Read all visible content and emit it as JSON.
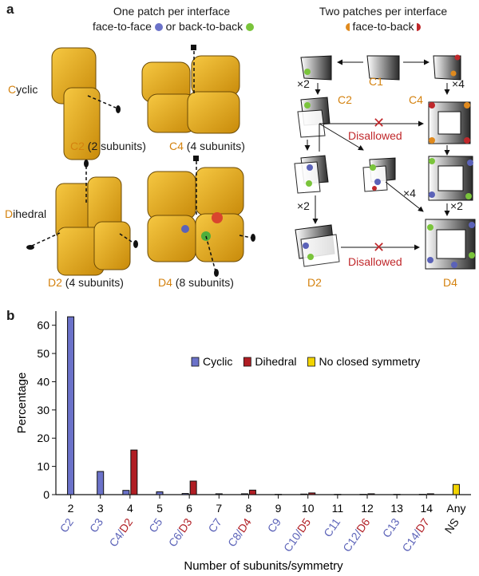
{
  "panel_a": {
    "label": "a",
    "left_header_line1": "One patch per interface",
    "left_header_line2_a": "face-to-face",
    "left_header_line2_b": "or back-to-back",
    "right_header_line1": "Two patches per interface",
    "right_header_line2": "face-to-back",
    "row_cyclic_initial": "C",
    "row_cyclic_rest": "yclic",
    "row_dihedral_initial": "D",
    "row_dihedral_rest": "ihedral",
    "c2_sym": "C2",
    "c2_desc": "(2 subunits)",
    "c4_sym": "C4",
    "c4_desc": "(4 subunits)",
    "d2_sym": "D2",
    "d2_desc": "(4 subunits)",
    "d4_sym": "D4",
    "d4_desc": "(8 subunits)",
    "scheme": {
      "c1": "C1",
      "c2": "C2",
      "c4": "C4",
      "d2": "D2",
      "d4": "D4",
      "x2a": "×2",
      "x4a": "×4",
      "x2b": "×2",
      "x4b": "×4",
      "x2c": "×2",
      "disallowed1": "Disallowed",
      "disallowed2": "Disallowed"
    }
  },
  "panel_b": {
    "label": "b",
    "legend": [
      "Cyclic",
      "Dihedral",
      "No closed symmetry"
    ],
    "colors": {
      "cyclic": "#6b72c9",
      "dihedral": "#b01d23",
      "ns": "#f2d400"
    }
  },
  "chart_data": {
    "type": "bar",
    "xlabel": "Number of subunits/symmetry",
    "ylabel": "Percentage",
    "ylim": [
      0,
      65
    ],
    "yticks": [
      0,
      10,
      20,
      30,
      40,
      50,
      60
    ],
    "categories": [
      "2",
      "3",
      "4",
      "5",
      "6",
      "7",
      "8",
      "9",
      "10",
      "11",
      "12",
      "13",
      "14",
      "Any"
    ],
    "symmetry_labels": [
      [
        {
          "t": "C2",
          "c": "cyclic"
        }
      ],
      [
        {
          "t": "C3",
          "c": "cyclic"
        }
      ],
      [
        {
          "t": "C4",
          "c": "cyclic"
        },
        {
          "t": "/",
          "c": "cyclic"
        },
        {
          "t": "D2",
          "c": "dihedral"
        }
      ],
      [
        {
          "t": "C5",
          "c": "cyclic"
        }
      ],
      [
        {
          "t": "C6",
          "c": "cyclic"
        },
        {
          "t": "/",
          "c": "cyclic"
        },
        {
          "t": "D3",
          "c": "dihedral"
        }
      ],
      [
        {
          "t": "C7",
          "c": "cyclic"
        }
      ],
      [
        {
          "t": "C8",
          "c": "cyclic"
        },
        {
          "t": "/",
          "c": "cyclic"
        },
        {
          "t": "D4",
          "c": "dihedral"
        }
      ],
      [
        {
          "t": "C9",
          "c": "cyclic"
        }
      ],
      [
        {
          "t": "C10",
          "c": "cyclic"
        },
        {
          "t": "/",
          "c": "cyclic"
        },
        {
          "t": "D5",
          "c": "dihedral"
        }
      ],
      [
        {
          "t": "C11",
          "c": "cyclic"
        }
      ],
      [
        {
          "t": "C12",
          "c": "cyclic"
        },
        {
          "t": "/",
          "c": "cyclic"
        },
        {
          "t": "D6",
          "c": "dihedral"
        }
      ],
      [
        {
          "t": "C13",
          "c": "cyclic"
        }
      ],
      [
        {
          "t": "C14",
          "c": "cyclic"
        },
        {
          "t": "/",
          "c": "cyclic"
        },
        {
          "t": "D7",
          "c": "dihedral"
        }
      ],
      [
        {
          "t": "NS",
          "c": "black"
        }
      ]
    ],
    "series": [
      {
        "name": "Cyclic",
        "values": [
          63,
          8.2,
          1.5,
          1.0,
          0.4,
          0.3,
          0.3,
          0.1,
          0.2,
          0.1,
          0.1,
          0.1,
          0.1,
          null
        ]
      },
      {
        "name": "Dihedral",
        "values": [
          null,
          null,
          15.8,
          null,
          4.8,
          null,
          1.6,
          null,
          0.6,
          null,
          0.3,
          null,
          0.3,
          null
        ]
      },
      {
        "name": "No closed symmetry",
        "values": [
          null,
          null,
          null,
          null,
          null,
          null,
          null,
          null,
          null,
          null,
          null,
          null,
          null,
          3.6
        ]
      }
    ],
    "legend_position": "top-right",
    "grid": false
  }
}
